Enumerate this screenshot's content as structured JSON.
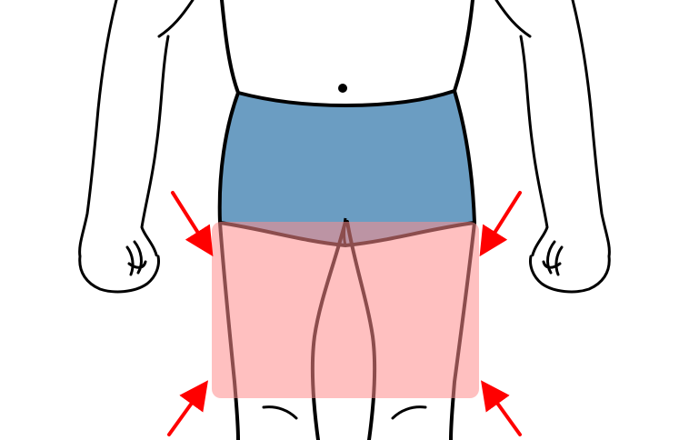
{
  "figure": {
    "subject": "lower-torso-front-view",
    "colors": {
      "outline": "#000000",
      "skin": "#ffffff",
      "shorts": "#6b9dc2",
      "highlight_region": "#ff8c8c",
      "highlight_opacity": 0.55,
      "arrow": "#ff0000"
    }
  },
  "highlight": {
    "region": "upper-thighs",
    "arrows": [
      {
        "name": "upper-left",
        "direction": "down-right"
      },
      {
        "name": "upper-right",
        "direction": "down-left"
      },
      {
        "name": "lower-left",
        "direction": "up-right"
      },
      {
        "name": "lower-right",
        "direction": "up-left"
      }
    ]
  }
}
